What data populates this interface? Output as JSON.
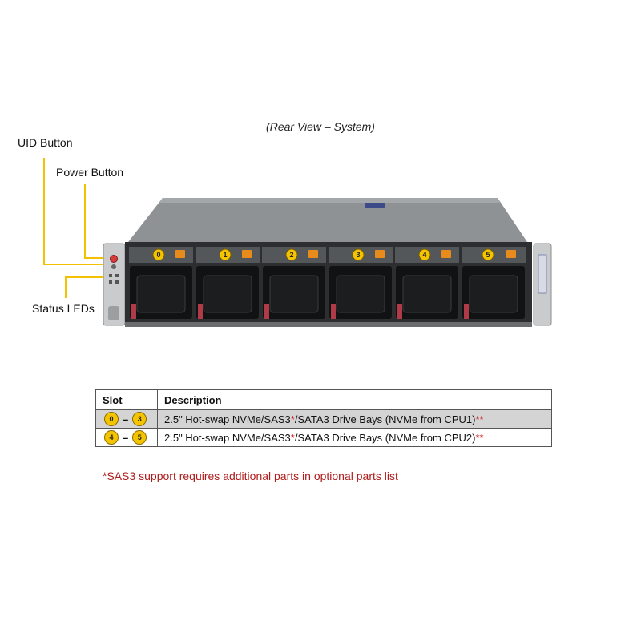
{
  "caption": "(Rear View – System)",
  "callouts": {
    "uid": "UID Button",
    "power": "Power Button",
    "status": "Status LEDs"
  },
  "bays": [
    "0",
    "1",
    "2",
    "3",
    "4",
    "5"
  ],
  "colors": {
    "leader_line": "#f2c200",
    "bay_badge": "#f5c400",
    "chassis_top": "#8e9294",
    "chassis_front": "#2c2e30",
    "handle": "#e98a1c",
    "footnote": "#b01c1c"
  },
  "table": {
    "headers": {
      "slot": "Slot",
      "description": "Description"
    },
    "rows": [
      {
        "from": "0",
        "dash": "–",
        "to": "3",
        "desc_a": "2.5\" Hot-swap NVMe/SAS3",
        "mark1": "*",
        "desc_b": "/SATA3 Drive Bays (NVMe from CPU1)",
        "mark2": "**"
      },
      {
        "from": "4",
        "dash": "–",
        "to": "5",
        "desc_a": "2.5\" Hot-swap NVMe/SAS3",
        "mark1": "*",
        "desc_b": "/SATA3 Drive Bays (NVMe from CPU2)",
        "mark2": "**"
      }
    ]
  },
  "footnote": "*SAS3 support requires additional parts in optional parts list"
}
